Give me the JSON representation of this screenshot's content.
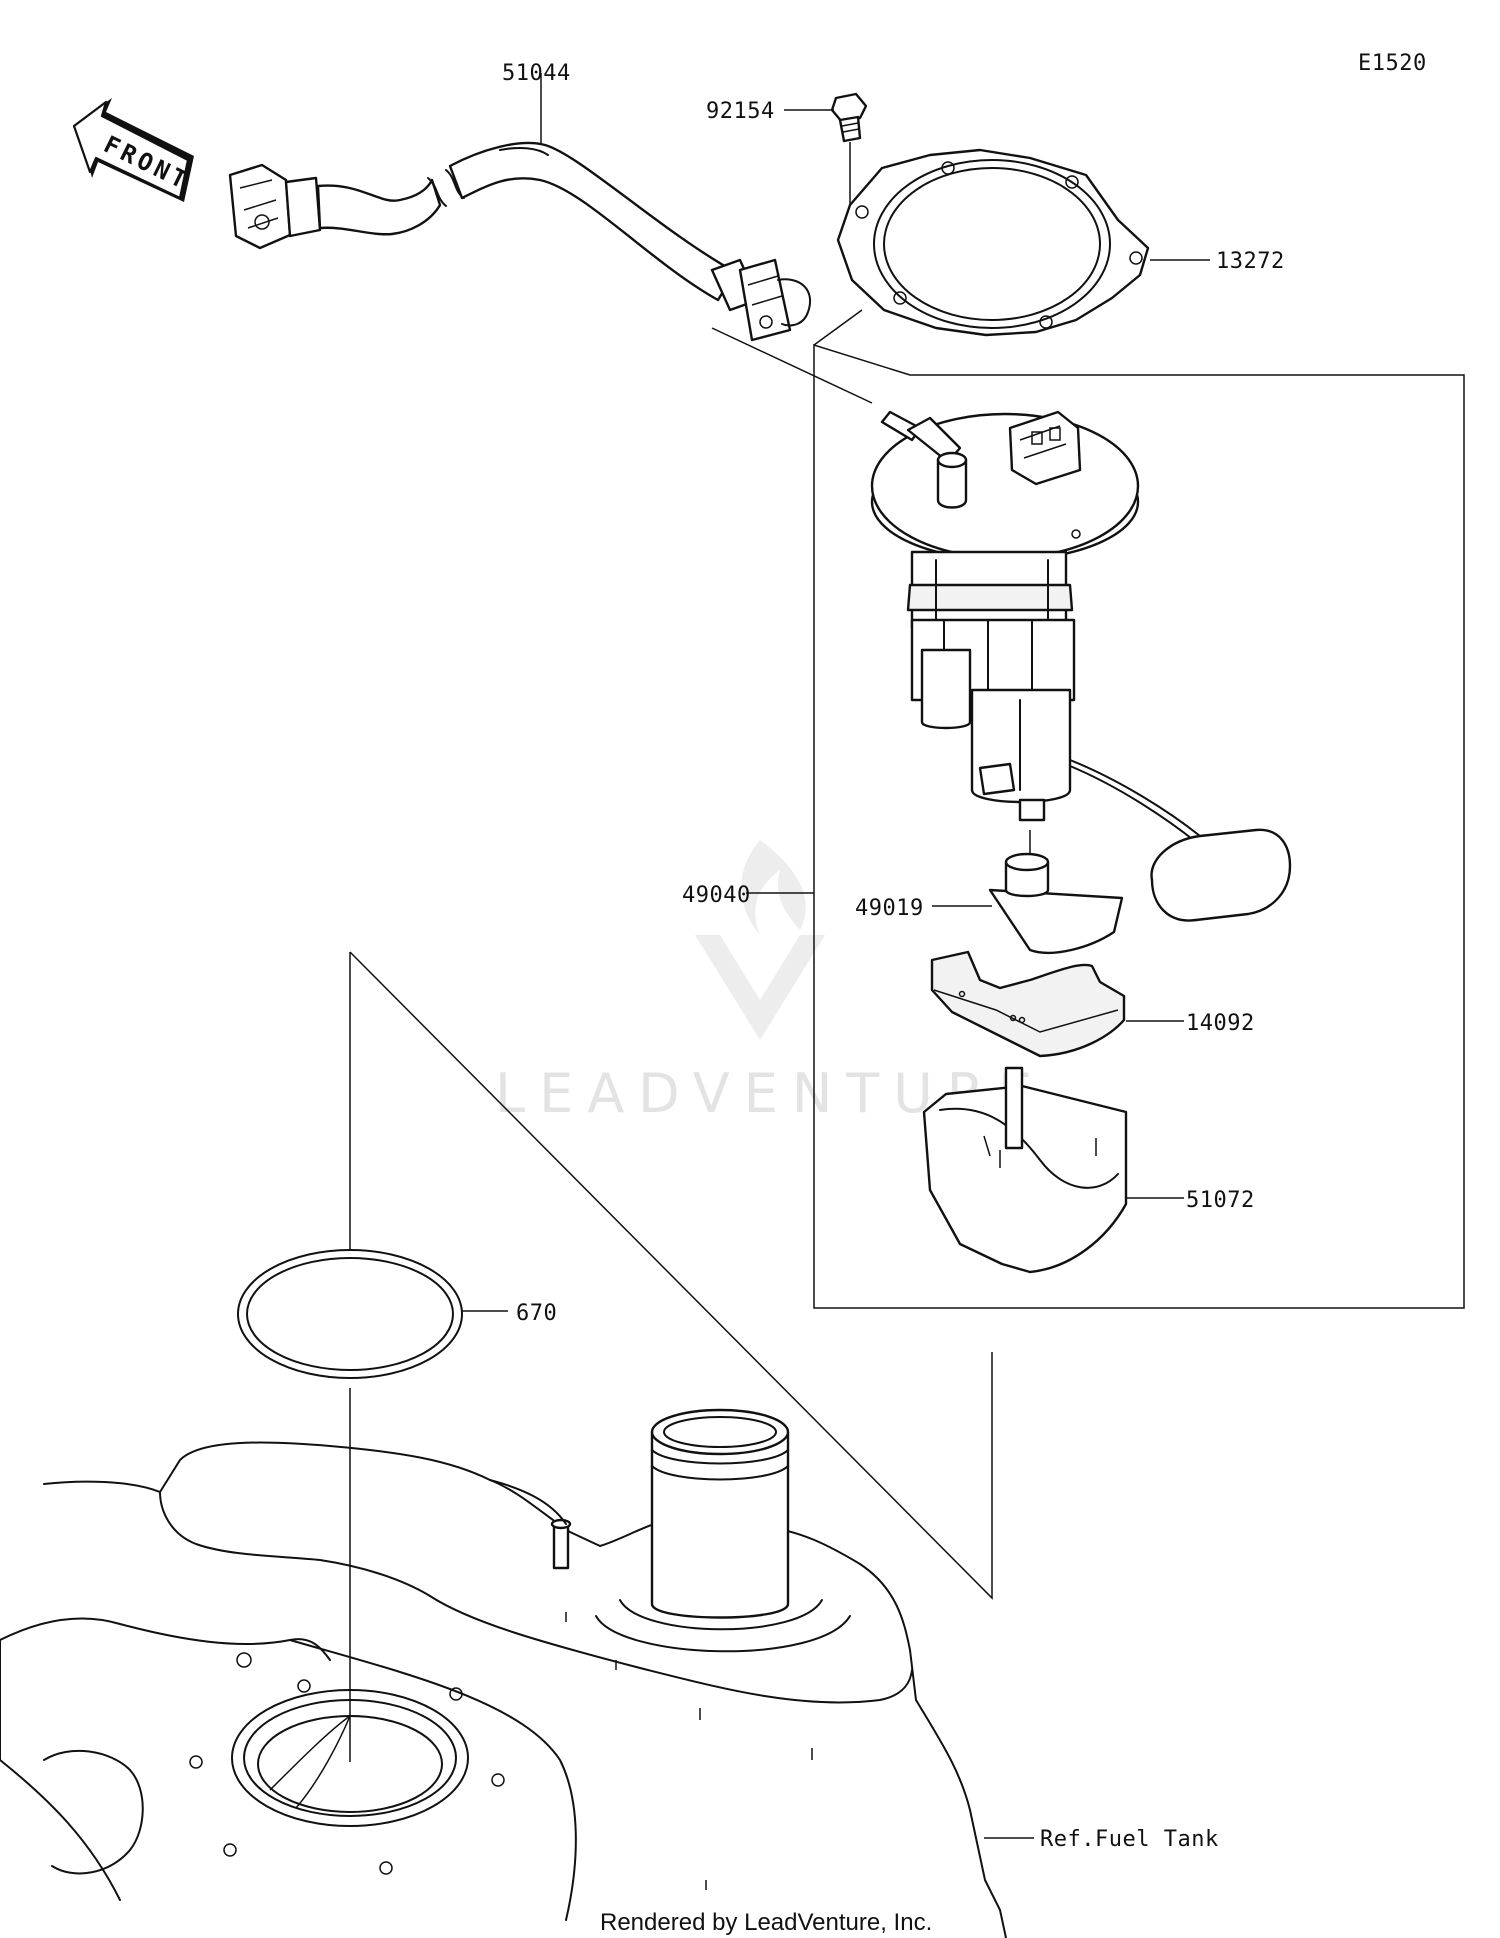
{
  "diagram_id": "E1520",
  "front_label": "FRONT",
  "callouts": {
    "hose": "51044",
    "bolt": "92154",
    "gasket": "13272",
    "pump_assembly": "49040",
    "filter": "49019",
    "holder": "14092",
    "cover": "51072",
    "o_ring": "670",
    "fuel_tank": "Ref.Fuel Tank"
  },
  "watermark": "LEADVENTURE",
  "footer": "Rendered by LeadVenture, Inc."
}
